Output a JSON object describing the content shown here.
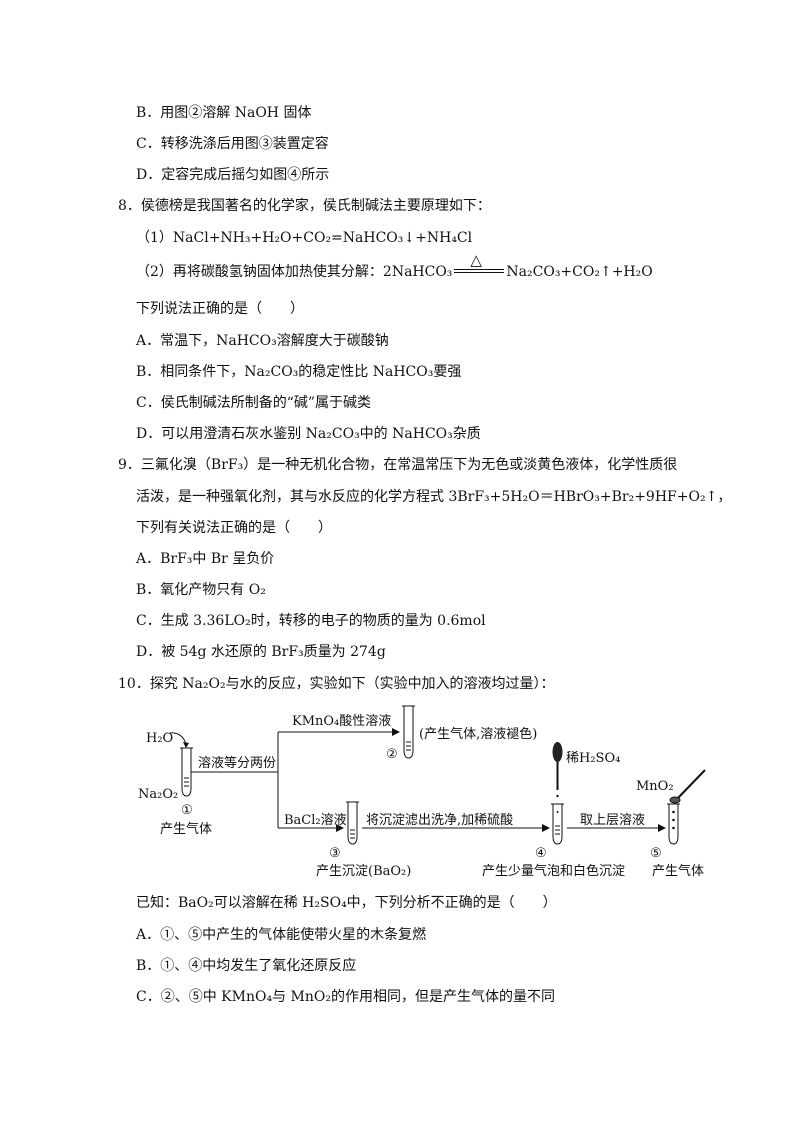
{
  "q7": {
    "b": "B．用图②溶解 NaOH 固体",
    "c": "C．转移洗涤后用图③装置定容",
    "d": "D．定容完成后摇匀如图④所示"
  },
  "q8": {
    "stem": "8．侯德榜是我国著名的化学家，侯氏制碱法主要原理如下：",
    "eq1": "（1）NaCl+NH₃+H₂O+CO₂=NaHCO₃↓+NH₄Cl",
    "eq2_prefix": "（2）再将碳酸氢钠固体加热使其分解：2NaHCO₃",
    "eq2_cond": "△",
    "eq2_suffix": "Na₂CO₃+CO₂↑+H₂O",
    "question": "下列说法正确的是（　　）",
    "a": "A．常温下，NaHCO₃溶解度大于碳酸钠",
    "b": "B．相同条件下，Na₂CO₃的稳定性比 NaHCO₃要强",
    "c": "C．侯氏制碱法所制备的“碱”属于碱类",
    "d": "D．可以用澄清石灰水鉴别 Na₂CO₃中的 NaHCO₃杂质"
  },
  "q9": {
    "l1": "9．三氟化溴（BrF₃）是一种无机化合物，在常温常压下为无色或淡黄色液体，化学性质很",
    "l2": "活泼，是一种强氧化剂，其与水反应的化学方程式 3BrF₃+5H₂O＝HBrO₃+Br₂+9HF+O₂↑，",
    "l3": "下列有关说法正确的是（　　）",
    "a": "A．BrF₃中 Br 呈负价",
    "b": "B．氧化产物只有 O₂",
    "c": "C．生成 3.36LO₂时，转移的电子的物质的量为 0.6mol",
    "d": "D．被 54g 水还原的 BrF₃质量为 274g"
  },
  "q10": {
    "stem": "10．探究 Na₂O₂与水的反应，实验如下（实验中加入的溶液均过量）：",
    "diagram": {
      "h2o": "H₂O",
      "na2o2": "Na₂O₂",
      "n1": "①",
      "cap1": "产生气体",
      "split": "溶液等分两份",
      "kmno4": "KMnO₄酸性溶液",
      "n2": "②",
      "cap2": "(产生气体,溶液褪色)",
      "bacl2": "BaCl₂溶液",
      "n3": "③",
      "cap3": "产生沉淀(BaO₂)",
      "filter": "将沉淀滤出洗净,加稀硫酸",
      "h2so4": "稀H₂SO₄",
      "n4": "④",
      "cap4": "产生少量气泡和白色沉淀",
      "upper": "取上层溶液",
      "mno2": "MnO₂",
      "n5": "⑤",
      "cap5": "产生气体"
    },
    "known": "已知：BaO₂可以溶解在稀 H₂SO₄中，下列分析不正确的是（　　）",
    "a": "A．①、⑤中产生的气体能使带火星的木条复燃",
    "b": "B．①、④中均发生了氧化还原反应",
    "c": "C．②、⑤中 KMnO₄与 MnO₂的作用相同，但是产生气体的量不同"
  }
}
